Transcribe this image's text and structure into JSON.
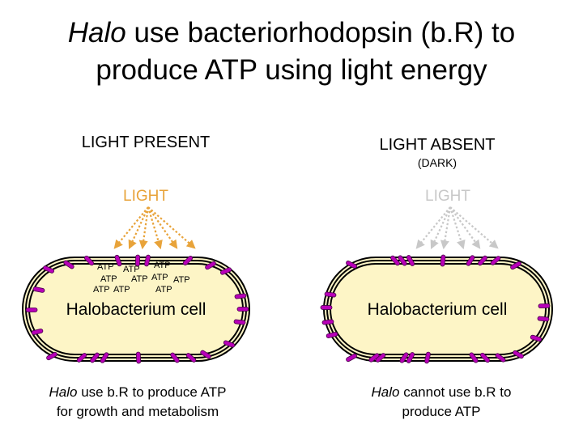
{
  "title": {
    "italic_word": "Halo",
    "line1_rest": " use bacteriorhodopsin (b.R) to",
    "line2": "produce ATP using light energy"
  },
  "left": {
    "heading": "LIGHT PRESENT",
    "light_label": "LIGHT",
    "atp_label": "ATP",
    "cell_label": "Halobacterium cell",
    "caption_italic": "Halo",
    "caption_line1_rest": " use b.R to produce ATP",
    "caption_line2": "for growth and metabolism"
  },
  "right": {
    "heading": "LIGHT ABSENT",
    "subheading": "(DARK)",
    "light_label": "LIGHT",
    "cell_label": "Halobacterium cell",
    "caption_italic": "Halo",
    "caption_line1_rest": " cannot use b.R to",
    "caption_line2": "produce ATP"
  },
  "colors": {
    "light_arrow": "#e8a33a",
    "dark_arrow": "#c8c8c8",
    "cell_fill": "#fdf5c6",
    "membrane": "#000000",
    "protein": "#b800b8"
  }
}
